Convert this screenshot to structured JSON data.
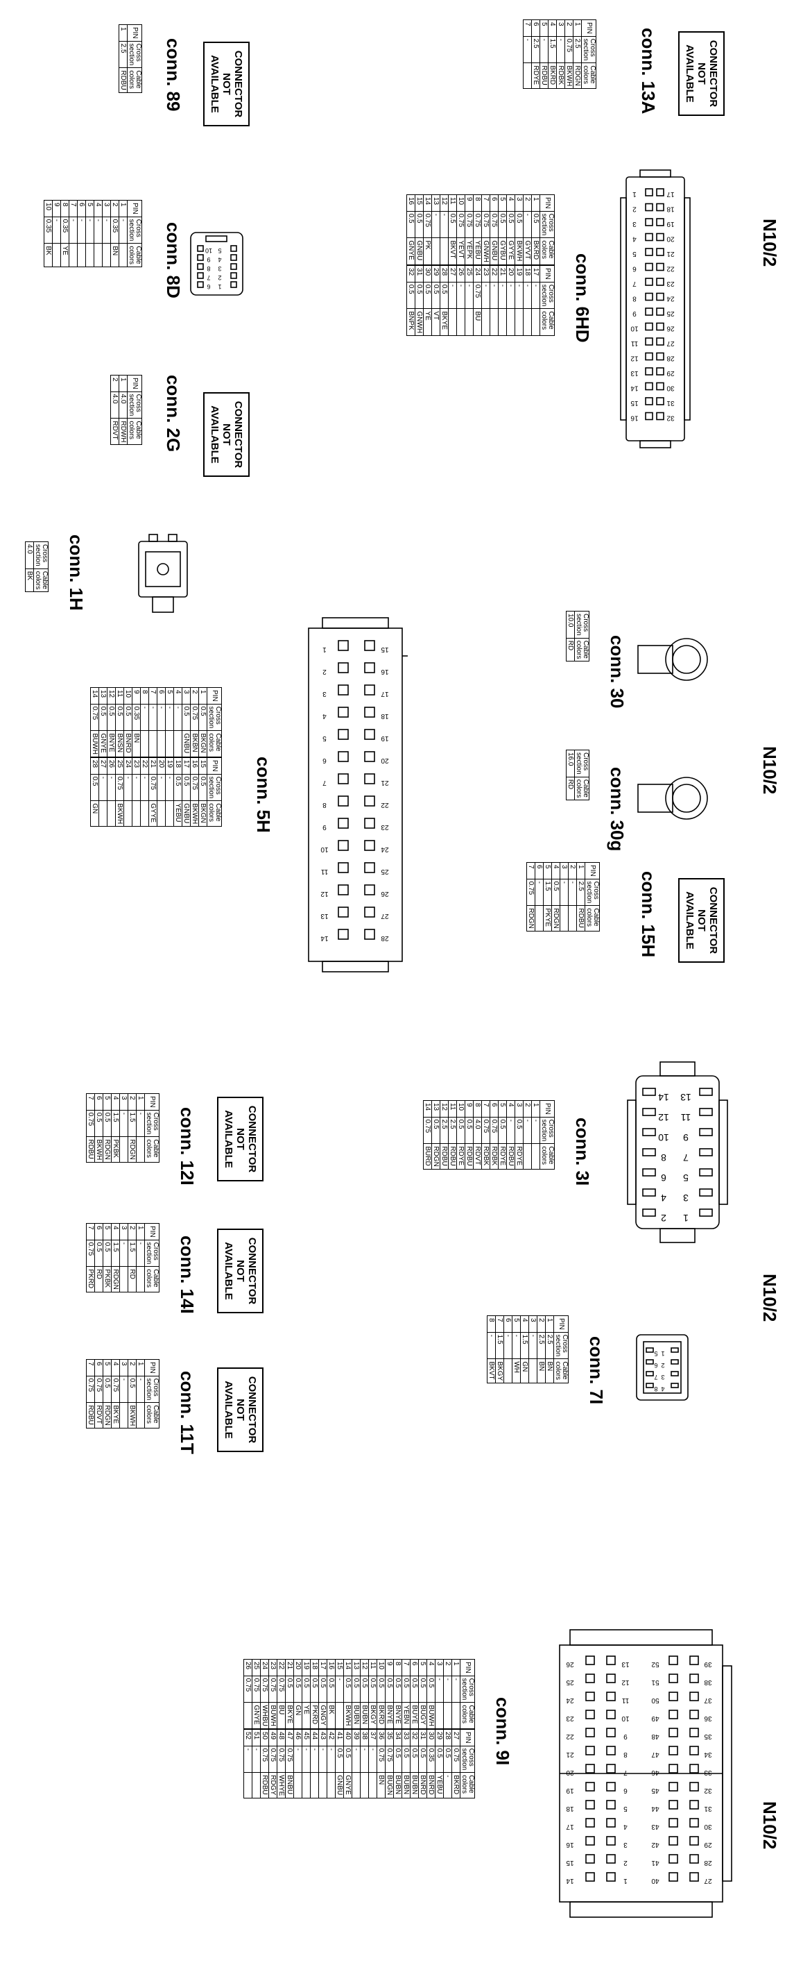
{
  "labels": {
    "na_lines": [
      "CONNECTOR",
      "NOT",
      "AVAILABLE"
    ],
    "hdr_pin": "PIN",
    "hdr_cross": [
      "Cross",
      "section"
    ],
    "hdr_cable": [
      "Cable",
      "colors"
    ]
  },
  "groups": [
    {
      "id": "g1",
      "label": "N10/2"
    },
    {
      "id": "g2",
      "label": "N10/2"
    },
    {
      "id": "g3",
      "label": "N10/2"
    },
    {
      "id": "g4",
      "label": "N10/2"
    }
  ],
  "connectors": {
    "c13A": {
      "title": "conn. 13A",
      "rows": [
        [
          "1",
          "2.5",
          "RDGN"
        ],
        [
          "2",
          "0.75",
          "BKWH"
        ],
        [
          "3",
          "-",
          "RDBK"
        ],
        [
          "4",
          "1.5",
          "BKRD"
        ],
        [
          "5",
          "-",
          "RDBU"
        ],
        [
          "6",
          "2.5",
          "RDYE"
        ],
        [
          "7",
          "-",
          ""
        ]
      ]
    },
    "c89": {
      "title": "conn. 89",
      "rows": [
        [
          "1",
          "2.5",
          "RDBU"
        ]
      ]
    },
    "c6HD": {
      "title": "conn. 6HD",
      "rows": [
        [
          "1",
          "0.5",
          "BKRD",
          "17",
          "-",
          ""
        ],
        [
          "2",
          "-",
          "GYVT",
          "18",
          "-",
          ""
        ],
        [
          "3",
          "0.5",
          "BKWH",
          "19",
          "-",
          ""
        ],
        [
          "4",
          "0.5",
          "GYYE",
          "20",
          "-",
          ""
        ],
        [
          "5",
          "0.5",
          "GYBU",
          "21",
          "-",
          ""
        ],
        [
          "6",
          "0.75",
          "GNBU",
          "22",
          "-",
          ""
        ],
        [
          "7",
          "0.75",
          "GNWH",
          "23",
          "-",
          ""
        ],
        [
          "8",
          "0.75",
          "YEBU",
          "24",
          "0.75",
          "BU"
        ],
        [
          "9",
          "0.75",
          "YEPK",
          "25",
          "-",
          ""
        ],
        [
          "10",
          "0.75",
          "YEVT",
          "26",
          "-",
          ""
        ],
        [
          "11",
          "0.5",
          "BKVT",
          "27",
          "-",
          ""
        ],
        [
          "12",
          "-",
          "",
          "28",
          "0.5",
          "BKYE"
        ],
        [
          "13",
          "-",
          "",
          "29",
          "0.5",
          "VT"
        ],
        [
          "14",
          "0.75",
          "PK",
          "30",
          "0.5",
          "YE"
        ],
        [
          "15",
          "0.5",
          "GNBU",
          "31",
          "0.5",
          "GNWH"
        ],
        [
          "16",
          "0.5",
          "GNYE",
          "32",
          "0.5",
          "BNPK"
        ]
      ]
    },
    "c8D": {
      "title": "conn. 8D",
      "rows": [
        [
          "1",
          "-",
          ""
        ],
        [
          "2",
          "0.35",
          "BN"
        ],
        [
          "3",
          "-",
          ""
        ],
        [
          "4",
          "-",
          ""
        ],
        [
          "5",
          "-",
          ""
        ],
        [
          "6",
          "-",
          ""
        ],
        [
          "7",
          "-",
          ""
        ],
        [
          "8",
          "0.35",
          "YE"
        ],
        [
          "9",
          "-",
          ""
        ],
        [
          "10",
          "0.35",
          "BK"
        ]
      ]
    },
    "c2G": {
      "title": "conn. 2G",
      "rows": [
        [
          "1",
          "4.0",
          "RDWH"
        ],
        [
          "2",
          "4.0",
          "RDVT"
        ]
      ]
    },
    "c1H": {
      "title": "conn. 1H",
      "rows": [
        [
          "4.0",
          "BK"
        ]
      ]
    },
    "c30": {
      "title": "conn. 30",
      "rows": [
        [
          "10.0",
          "RD"
        ]
      ]
    },
    "c30g": {
      "title": "conn. 30g",
      "rows": [
        [
          "16.0",
          "RD"
        ]
      ]
    },
    "c15H": {
      "title": "conn. 15H",
      "rows": [
        [
          "1",
          "2.5",
          "RDBU"
        ],
        [
          "2",
          "-",
          ""
        ],
        [
          "3",
          "-",
          ""
        ],
        [
          "4",
          "0.5",
          "RDGN"
        ],
        [
          "5",
          "1.5",
          "PKYE"
        ],
        [
          "6",
          "-",
          ""
        ],
        [
          "7",
          "0.75",
          "RDGN"
        ]
      ]
    },
    "c5H": {
      "title": "conn. 5H",
      "rows": [
        [
          "1",
          "0.5",
          "BKGN",
          "15",
          "0.5",
          "BKGN"
        ],
        [
          "2",
          "0.75",
          "BKBN",
          "16",
          "0.75",
          "BKWH"
        ],
        [
          "3",
          "0.5",
          "GNBU",
          "17",
          "0.5",
          "GNBU"
        ],
        [
          "4",
          "-",
          "",
          "18",
          "0.5",
          "YEBU"
        ],
        [
          "5",
          "-",
          "",
          "19",
          "-",
          ""
        ],
        [
          "6",
          "-",
          "",
          "20",
          "-",
          ""
        ],
        [
          "7",
          "-",
          "",
          "21",
          "0.75",
          "GYYE"
        ],
        [
          "8",
          "-",
          "",
          "22",
          "-",
          ""
        ],
        [
          "9",
          "0.35",
          "BN",
          "23",
          "-",
          ""
        ],
        [
          "10",
          "0.5",
          "BNRD",
          "24",
          "-",
          ""
        ],
        [
          "11",
          "0.5",
          "BNSN",
          "25",
          "0.75",
          "BKWH"
        ],
        [
          "12",
          "0.5",
          "BNYE",
          "26",
          "-",
          ""
        ],
        [
          "13",
          "0.5",
          "GNYE",
          "27",
          "-",
          ""
        ],
        [
          "14",
          "0.75",
          "BUWH",
          "28",
          "0.5",
          "GN"
        ]
      ]
    },
    "c3I": {
      "title": "conn. 3I",
      "rows": [
        [
          "1",
          "-",
          ""
        ],
        [
          "2",
          "-",
          ""
        ],
        [
          "3",
          "0.5",
          "RDYE"
        ],
        [
          "4",
          "-",
          "RDBU"
        ],
        [
          "5",
          "0.5",
          "RDYE"
        ],
        [
          "6",
          "0.75",
          "RDBK"
        ],
        [
          "7",
          "0.75",
          "RDBK"
        ],
        [
          "8",
          "4.0",
          "RDVT"
        ],
        [
          "9",
          "0.5",
          "RDBU"
        ],
        [
          "10",
          "0.5",
          "RDYE"
        ],
        [
          "11",
          "2.5",
          "RDBU"
        ],
        [
          "12",
          "2.5",
          "RDBU"
        ],
        [
          "13",
          "0.5",
          "RDGN"
        ],
        [
          "14",
          "0.75",
          "BURD"
        ]
      ]
    },
    "c12I": {
      "title": "conn. 12I",
      "rows": [
        [
          "1",
          "-",
          ""
        ],
        [
          "2",
          "1.5",
          "RDGN"
        ],
        [
          "3",
          "-",
          ""
        ],
        [
          "4",
          "1.5",
          "PKBK"
        ],
        [
          "5",
          "0.5",
          "RDGN"
        ],
        [
          "6",
          "0.5",
          "BKWH"
        ],
        [
          "7",
          "0.75",
          "RDBU"
        ]
      ]
    },
    "c7I": {
      "title": "conn. 7I",
      "rows": [
        [
          "1",
          "2.5",
          "BN"
        ],
        [
          "2",
          "2.5",
          "BN"
        ],
        [
          "3",
          "-",
          ""
        ],
        [
          "4",
          "1.5",
          "GN"
        ],
        [
          "5",
          "-",
          "WH"
        ],
        [
          "6",
          "-",
          ""
        ],
        [
          "7",
          "1.5",
          "BKGY"
        ],
        [
          "8",
          "-",
          "BKVT"
        ]
      ]
    },
    "c14I": {
      "title": "conn. 14I",
      "rows": [
        [
          "1",
          "-",
          ""
        ],
        [
          "2",
          "1.5",
          "RD"
        ],
        [
          "3",
          "-",
          ""
        ],
        [
          "4",
          "1.5",
          "RDGN"
        ],
        [
          "5",
          "0.5",
          "PKBK"
        ],
        [
          "6",
          "0.5",
          "RD"
        ],
        [
          "7",
          "0.75",
          "PKRD"
        ]
      ]
    },
    "c11T": {
      "title": "conn. 11T",
      "rows": [
        [
          "1",
          "-",
          ""
        ],
        [
          "2",
          "0.5",
          "BKWH"
        ],
        [
          "3",
          "-",
          ""
        ],
        [
          "4",
          "0.75",
          "BKYE"
        ],
        [
          "5",
          "0.5",
          "RDGN"
        ],
        [
          "6",
          "0.75",
          "RDVT"
        ],
        [
          "7",
          "0.75",
          "RDBU"
        ]
      ]
    },
    "c9I": {
      "title": "conn. 9I",
      "rows": [
        [
          "1",
          "-",
          "",
          "27",
          "0.75",
          "BKRD"
        ],
        [
          "2",
          "-",
          "",
          "28",
          "0.5",
          "-"
        ],
        [
          "3",
          "-",
          "",
          "29",
          "0.5",
          "YEBU"
        ],
        [
          "4",
          "0.5",
          "BUWH",
          "30",
          "0.35",
          "BNRD"
        ],
        [
          "5",
          "0.5",
          "BUGY",
          "31",
          "0.5",
          "BNRD"
        ],
        [
          "6",
          "0.5",
          "BUYE",
          "32",
          "0.5",
          "BUBN"
        ],
        [
          "7",
          "0.5",
          "YEBN",
          "33",
          "0.5",
          "BUBN"
        ],
        [
          "8",
          "0.5",
          "BNYE",
          "34",
          "0.5",
          "BUBN"
        ],
        [
          "9",
          "0.5",
          "BNYE",
          "35",
          "0.75",
          "BUGN"
        ],
        [
          "10",
          "0.5",
          "BKRD",
          "36",
          "0.75",
          "BN"
        ],
        [
          "11",
          "0.5",
          "BKGY",
          "37",
          "-",
          ""
        ],
        [
          "12",
          "0.5",
          "BUBN",
          "38",
          "-",
          ""
        ],
        [
          "13",
          "0.5",
          "BUBN",
          "39",
          "-",
          ""
        ],
        [
          "14",
          "0.5",
          "BKWH",
          "40",
          "0.5",
          "GNYE"
        ],
        [
          "15",
          "-",
          "",
          "41",
          "0.5",
          "GNBU"
        ],
        [
          "16",
          "0.5",
          "BK",
          "42",
          "-",
          ""
        ],
        [
          "17",
          "0.5",
          "GNGY",
          "43",
          "-",
          ""
        ],
        [
          "18",
          "0.5",
          "PKRD",
          "44",
          "-",
          ""
        ],
        [
          "19",
          "0.5",
          "YE",
          "45",
          "-",
          ""
        ],
        [
          "20",
          "0.5",
          "GN",
          "46",
          "-",
          ""
        ],
        [
          "21",
          "0.5",
          "BKYE",
          "47",
          "0.75",
          "BNBU"
        ],
        [
          "22",
          "0.75",
          "BU",
          "48",
          "0.75",
          "WHYE"
        ],
        [
          "23",
          "0.75",
          "BUWH",
          "49",
          "0.75",
          "RDGY"
        ],
        [
          "24",
          "0.75",
          "WHBU",
          "50",
          "0.75",
          "RDBU"
        ],
        [
          "25",
          "0.75",
          "GNYE",
          "51",
          "-",
          ""
        ],
        [
          "26",
          "0.75",
          "",
          "52",
          "-",
          ""
        ]
      ]
    }
  },
  "pinlabels": {
    "n10_a": [
      "17",
      "18",
      "19",
      "20",
      "21",
      "22",
      "23",
      "24",
      "25",
      "26",
      "27",
      "28",
      "29",
      "30",
      "31",
      "32",
      "1",
      "2",
      "3",
      "4",
      "5",
      "6",
      "7",
      "8",
      "9",
      "10",
      "11",
      "12",
      "13",
      "14",
      "15",
      "16"
    ],
    "c8D": [
      "5",
      "4",
      "3",
      "2",
      "1",
      "10",
      "9",
      "8",
      "7",
      "6"
    ],
    "c5H_top": [
      "15",
      "16",
      "17",
      "18",
      "19",
      "20",
      "21",
      "22",
      "23",
      "24",
      "25",
      "26",
      "27",
      "28"
    ],
    "c5H_bot": [
      "1",
      "2",
      "3",
      "4",
      "5",
      "6",
      "7",
      "8",
      "9",
      "10",
      "11",
      "12",
      "13",
      "14"
    ],
    "c3I": [
      "13",
      "11",
      "9",
      "7",
      "5",
      "3",
      "1",
      "14",
      "12",
      "10",
      "8",
      "6",
      "4",
      "2"
    ],
    "c7I": [
      "1",
      "2",
      "3",
      "4",
      "5",
      "6",
      "7",
      "8"
    ],
    "c9I_top": [
      "39",
      "38",
      "37",
      "36",
      "35",
      "34",
      "33",
      "32",
      "31",
      "30",
      "29",
      "28",
      "27"
    ],
    "c9I_mid": [
      "52",
      "51",
      "50",
      "49",
      "48",
      "47",
      "46",
      "45",
      "44",
      "43",
      "42",
      "41",
      "40"
    ],
    "c9I_a": [
      "13",
      "12",
      "11",
      "10",
      "9",
      "8",
      "7",
      "6",
      "5",
      "4",
      "3",
      "2",
      "1"
    ],
    "c9I_b": [
      "26",
      "25",
      "24",
      "23",
      "22",
      "21",
      "20",
      "19",
      "18",
      "17",
      "16",
      "15",
      "14"
    ]
  }
}
